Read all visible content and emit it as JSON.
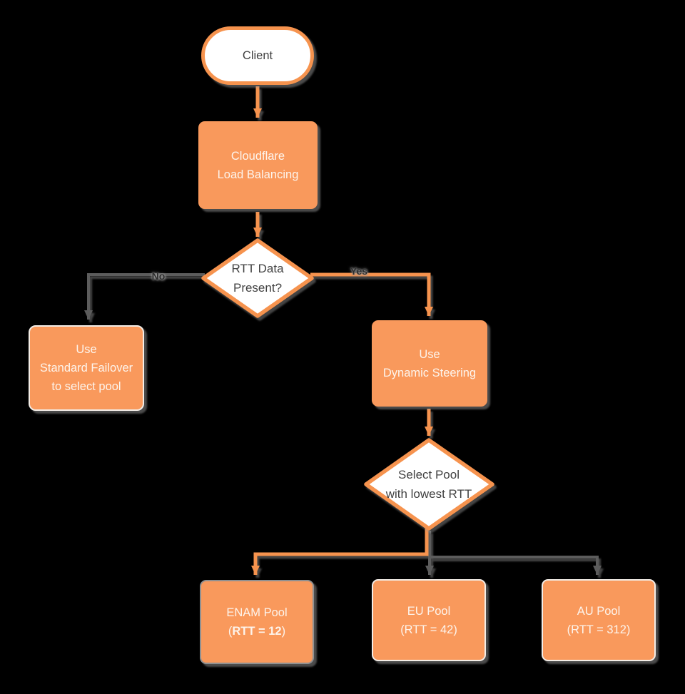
{
  "diagram": {
    "title_hint": "Cloudflare Load Balancing flowchart",
    "colors": {
      "background": "#000000",
      "node_fill_orange": "#F9995C",
      "line_orange": "#F6934E",
      "line_gray": "#5C5C5C",
      "decision_fill": "#FFFFFF",
      "text_dark": "#3F3F3F",
      "text_light": "#FDF4EC"
    }
  },
  "flowchart": {
    "nodes": [
      {
        "id": "client",
        "type": "terminator",
        "label": "Client"
      },
      {
        "id": "load-balancer",
        "type": "process",
        "lines": [
          "Cloudflare",
          "Load Balancing"
        ]
      },
      {
        "id": "rtt-decision",
        "type": "decision",
        "lines": [
          "RTT Data",
          "Present?"
        ]
      },
      {
        "id": "standard-failover",
        "type": "process",
        "lines": [
          "Use",
          "Standard Failover",
          "to select pool"
        ]
      },
      {
        "id": "dynamic-steering",
        "type": "process",
        "lines": [
          "Use",
          "Dynamic Steering"
        ]
      },
      {
        "id": "select-pool",
        "type": "decision",
        "lines": [
          "Select Pool",
          "with lowest RTT"
        ]
      },
      {
        "id": "enam-pool",
        "type": "process",
        "line1": "ENAM Pool",
        "line2_prefix": "(",
        "line2_bold": "RTT = 12",
        "line2_suffix": ")"
      },
      {
        "id": "eu-pool",
        "type": "process",
        "lines": [
          "EU Pool",
          "(RTT = 42)"
        ]
      },
      {
        "id": "au-pool",
        "type": "process",
        "lines": [
          "AU Pool",
          "(RTT = 312)"
        ]
      }
    ],
    "edge_labels": {
      "no": "No",
      "yes": "Yes"
    },
    "edges": [
      {
        "from": "client",
        "to": "load-balancer"
      },
      {
        "from": "load-balancer",
        "to": "rtt-decision"
      },
      {
        "from": "rtt-decision",
        "to": "standard-failover",
        "label": "No"
      },
      {
        "from": "rtt-decision",
        "to": "dynamic-steering",
        "label": "Yes"
      },
      {
        "from": "dynamic-steering",
        "to": "select-pool"
      },
      {
        "from": "select-pool",
        "to": "enam-pool"
      },
      {
        "from": "select-pool",
        "to": "eu-pool"
      },
      {
        "from": "select-pool",
        "to": "au-pool"
      }
    ]
  }
}
